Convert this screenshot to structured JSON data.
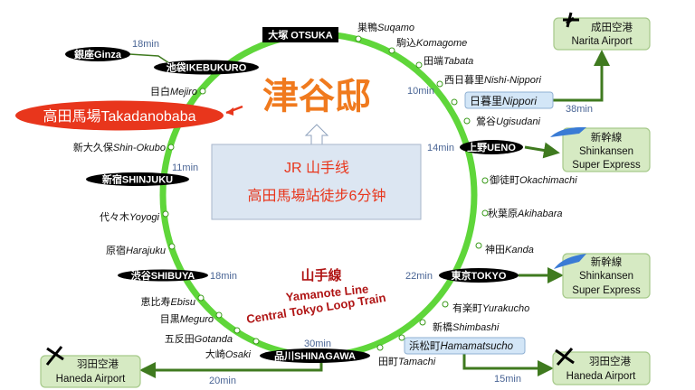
{
  "title": "津谷邸",
  "center_box": {
    "line1": "JR 山手线",
    "line2": "高田馬場站徒步6分钟"
  },
  "line_label": {
    "jp": "山手線",
    "en1": "Yamanote Line",
    "en2": "Central Tokyo Loop Train"
  },
  "major_stations": {
    "otsuka": "大塚 OTSUKA",
    "ikebukuro": "池袋IKEBUKURO",
    "ginza": "銀座Ginza",
    "takadanobaba": "高田馬場Takadanobaba",
    "shinjuku": "新宿SHINJUKU",
    "shibuya": "渋谷SHIBUYA",
    "shinagawa": "品川SHINAGAWA",
    "tokyo": "東京TOKYO",
    "ueno": "上野UENO",
    "nippori": {
      "jp": "日暮里",
      "en": "Nippori"
    },
    "hamamatsucho": {
      "jp": "浜松町",
      "en": "Hamamatsucho"
    }
  },
  "stations": [
    {
      "jp": "巣鴨",
      "en": "Suqamo"
    },
    {
      "jp": "駒込",
      "en": "Komagome"
    },
    {
      "jp": "田端",
      "en": "Tabata"
    },
    {
      "jp": "西日暮里",
      "en": "Nishi-Nippori"
    },
    {
      "jp": "鶯谷",
      "en": "Ugisudani"
    },
    {
      "jp": "御徒町",
      "en": "Okachimachi"
    },
    {
      "jp": "秋葉原",
      "en": "Akihabara"
    },
    {
      "jp": "神田",
      "en": "Kanda"
    },
    {
      "jp": "有楽町",
      "en": "Yurakucho"
    },
    {
      "jp": "新橋",
      "en": "Shimbashi"
    },
    {
      "jp": "田町",
      "en": "Tamachi"
    },
    {
      "jp": "大崎",
      "en": "Osaki"
    },
    {
      "jp": "五反田",
      "en": "Gotanda"
    },
    {
      "jp": "目黒",
      "en": "Meguro"
    },
    {
      "jp": "恵比寿",
      "en": "Ebisu"
    },
    {
      "jp": "原宿",
      "en": "Harajuku"
    },
    {
      "jp": "代々木",
      "en": "Yoyogi"
    },
    {
      "jp": "新大久保",
      "en": "Shin-Okubo"
    },
    {
      "jp": "目白",
      "en": "Mejiro"
    }
  ],
  "times": {
    "ginza": "18min",
    "nippori": "10min",
    "narita": "38min",
    "ueno": "14min",
    "tokyo": "22min",
    "hamamatsucho": "15min",
    "shinagawa": "30min",
    "haneda_west": "20min",
    "shinjuku": "11min",
    "shibuya": "18min"
  },
  "destinations": {
    "narita": {
      "jp": "成田空港",
      "en": "Narita Airport"
    },
    "shinkansen1": {
      "jp": "新幹線",
      "en1": "Shinkansen",
      "en2": "Super Express"
    },
    "shinkansen2": {
      "jp": "新幹線",
      "en1": "Shinkansen",
      "en2": "Super Express"
    },
    "haneda_east": {
      "jp": "羽田空港",
      "en": "Haneda Airport"
    },
    "haneda_west": {
      "jp": "羽田空港",
      "en": "Haneda Airport"
    }
  },
  "colors": {
    "ring": "#5fd63a",
    "title": "#f07a1e",
    "accent_red": "#e8361c",
    "arrow": "#3f7a1f"
  }
}
